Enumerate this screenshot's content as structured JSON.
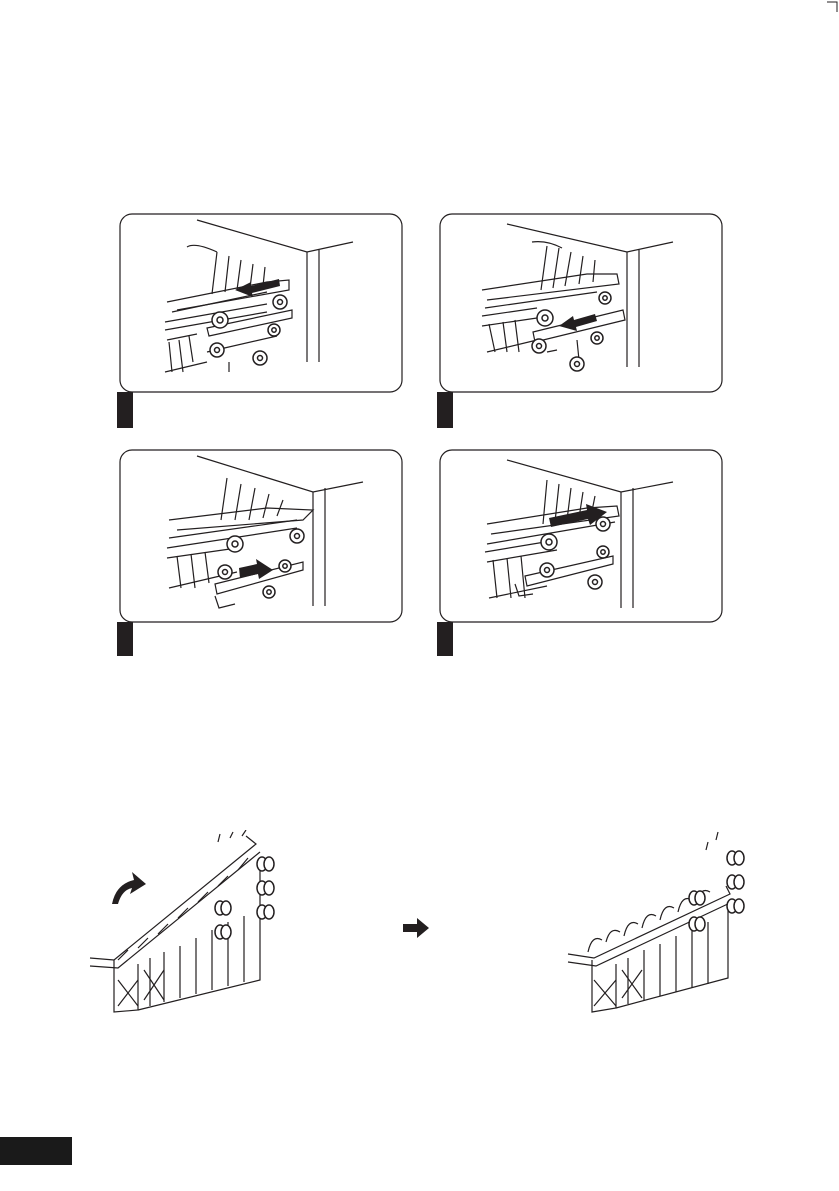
{
  "page": {
    "background": "#ffffff",
    "ink": "#231f20"
  },
  "figures": {
    "step_panels": [
      {
        "id": "step-1",
        "arrow_direction": "left"
      },
      {
        "id": "step-2",
        "arrow_direction": "left"
      },
      {
        "id": "step-3",
        "arrow_direction": "right"
      },
      {
        "id": "step-4",
        "arrow_direction": "right"
      }
    ],
    "rack_fold": {
      "before": "rack-folded-up",
      "after": "rack-lowered",
      "rotate_arrow_icon": "curved-arrow-icon",
      "transition_arrow_icon": "arrow-right-icon"
    }
  },
  "footer": {
    "tab_color": "#1a1a1a"
  }
}
